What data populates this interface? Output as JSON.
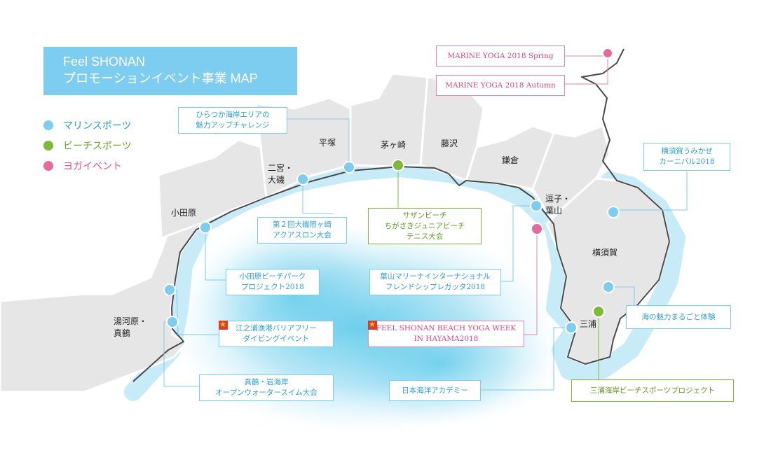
{
  "title": {
    "line1": "Feel SHONAN",
    "line2": "プロモーションイベント事業 MAP"
  },
  "legend": [
    {
      "label": "マリンスポーツ",
      "color": "#7ccdf0",
      "text_color": "#2a9fd6"
    },
    {
      "label": "ビーチスポーツ",
      "color": "#7fb93a",
      "text_color": "#6aa72b"
    },
    {
      "label": "ヨガイベント",
      "color": "#e56a9d",
      "text_color": "#e0558e"
    }
  ],
  "cities": {
    "hiratsuka": "平塚",
    "chigasaki": "茅ヶ崎",
    "fujisawa": "藤沢",
    "kamakura": "鎌倉",
    "ninomiya_1": "二宮・",
    "ninomiya_2": "大磯",
    "odawara": "小田原",
    "zushi_1": "逗子・",
    "zushi_2": "葉山",
    "yokosuka": "横須賀",
    "miura": "三浦",
    "yugawara_1": "湯河原・",
    "yugawara_2": "真鶴"
  },
  "events": {
    "marine_yoga_spring": "MARINE YOGA 2018 Spring",
    "marine_yoga_autumn": "MARINE YOGA 2018 Autumn",
    "hiratsuka_1": "ひらつか海岸エリアの",
    "hiratsuka_2": "魅力アップチャレンジ",
    "yokosuka_1": "横須賀うみかぜ",
    "yokosuka_2": "カーニバル2018",
    "southern_1": "サザンビーチ",
    "southern_2": "ちがさきジュニアビーチ",
    "southern_3": "テニス大会",
    "oiso_1": "第２回大磯照ヶ崎",
    "oiso_2": "アクアスロン大会",
    "odawara_1": "小田原ビーチパーク",
    "odawara_2": "プロジェクト2018",
    "hayama_marina_1": "葉山マリーナインターナショナル",
    "hayama_marina_2": "フレンドシップレガッタ2018",
    "enoura_1": "江之浦漁港バリアフリー",
    "enoura_2": "ダイビングイベント",
    "beach_yoga_1": "FEEL SHONAN BEACH YOGA WEEK",
    "beach_yoga_2": "IN HAYAMA2018",
    "umi_miryoku": "海の魅力まるごと体験",
    "manazuru_1": "真鶴・岩海岸",
    "manazuru_2": "オープンウォータースイム大会",
    "academy": "日本海洋アカデミー",
    "miura_beach": "三浦海岸ビーチスポーツプロジェクト"
  }
}
